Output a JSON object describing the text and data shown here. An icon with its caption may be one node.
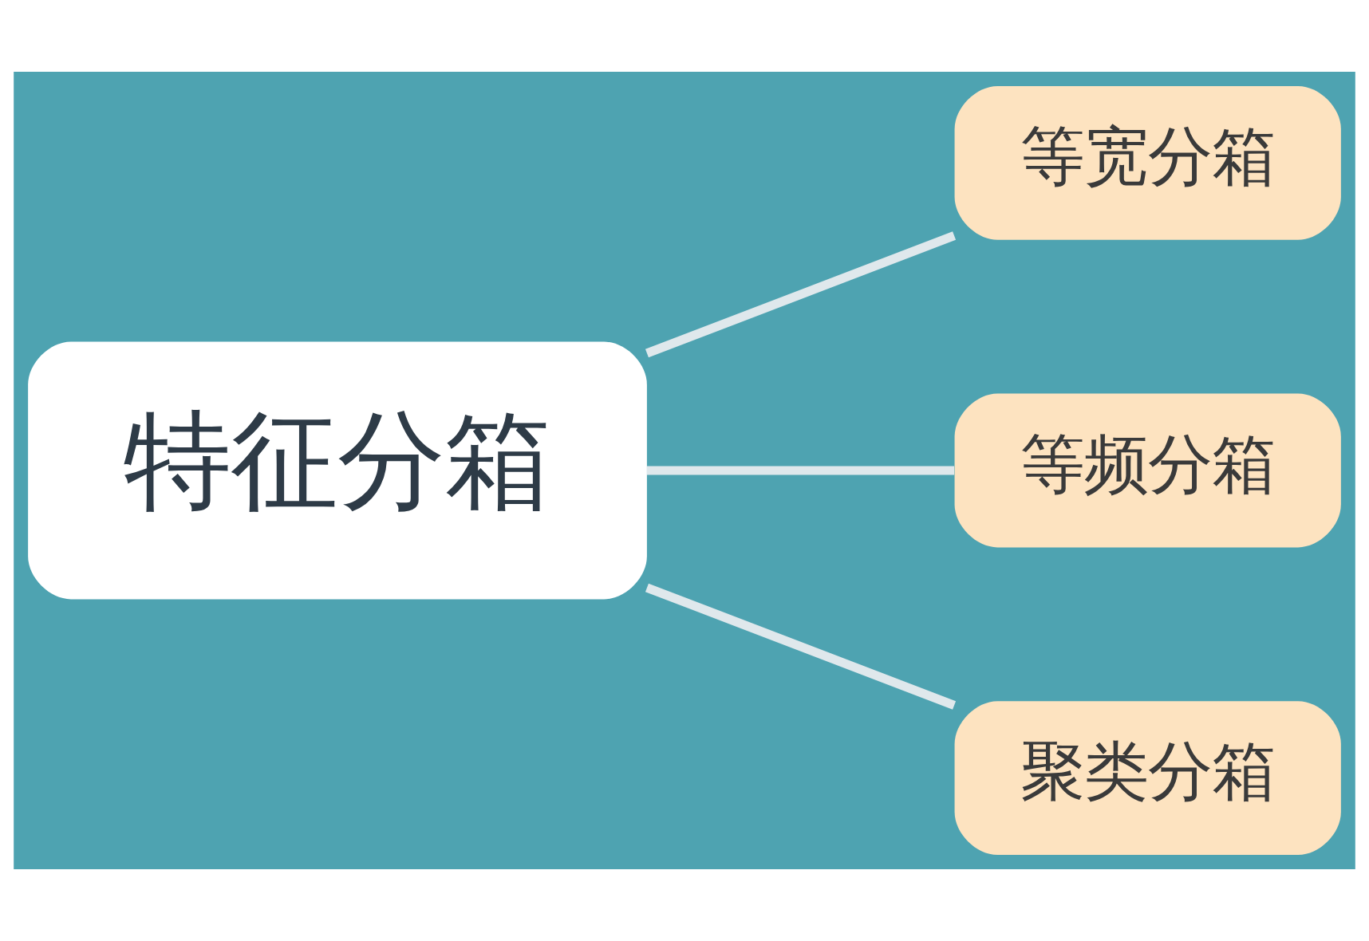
{
  "diagram": {
    "nodes": [
      {
        "text": [
          "特征分箱"
        ]
      },
      {
        "text": [
          "等宽分箱"
        ]
      },
      {
        "text": [
          "等频分箱"
        ]
      },
      {
        "text": [
          "聚类分箱"
        ]
      }
    ],
    "edges": [
      {
        "from": 0,
        "to": 1,
        "arrow": "none"
      },
      {
        "from": 0,
        "to": 2,
        "arrow": "none"
      },
      {
        "from": 0,
        "to": 3,
        "arrow": "none"
      }
    ]
  }
}
